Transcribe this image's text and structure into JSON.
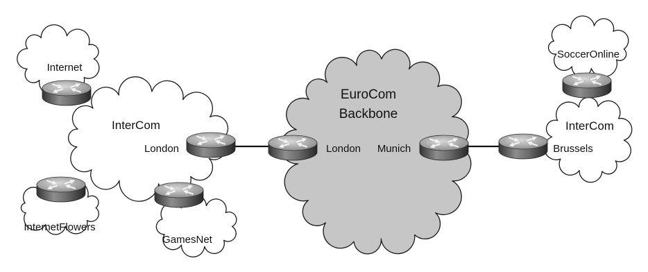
{
  "diagram": {
    "clouds": {
      "internet": "Internet",
      "intercom_west": "InterCom",
      "internet_flowers": "InternetFlowers",
      "games_net": "GamesNet",
      "backbone_name": "EuroCom",
      "backbone_kind": "Backbone",
      "intercom_east": "InterCom",
      "soccer_online": "SoccerOnline"
    },
    "routers": {
      "intercom_london": "London",
      "backbone_london": "London",
      "backbone_munich": "Munich",
      "intercom_brussels": "Brussels"
    },
    "icons": {
      "router": "router-icon"
    },
    "colors": {
      "cloud_fill": "#ffffff",
      "backbone_fill": "#c6c6c6",
      "outline": "#1a1a1a",
      "link": "#111111"
    }
  }
}
